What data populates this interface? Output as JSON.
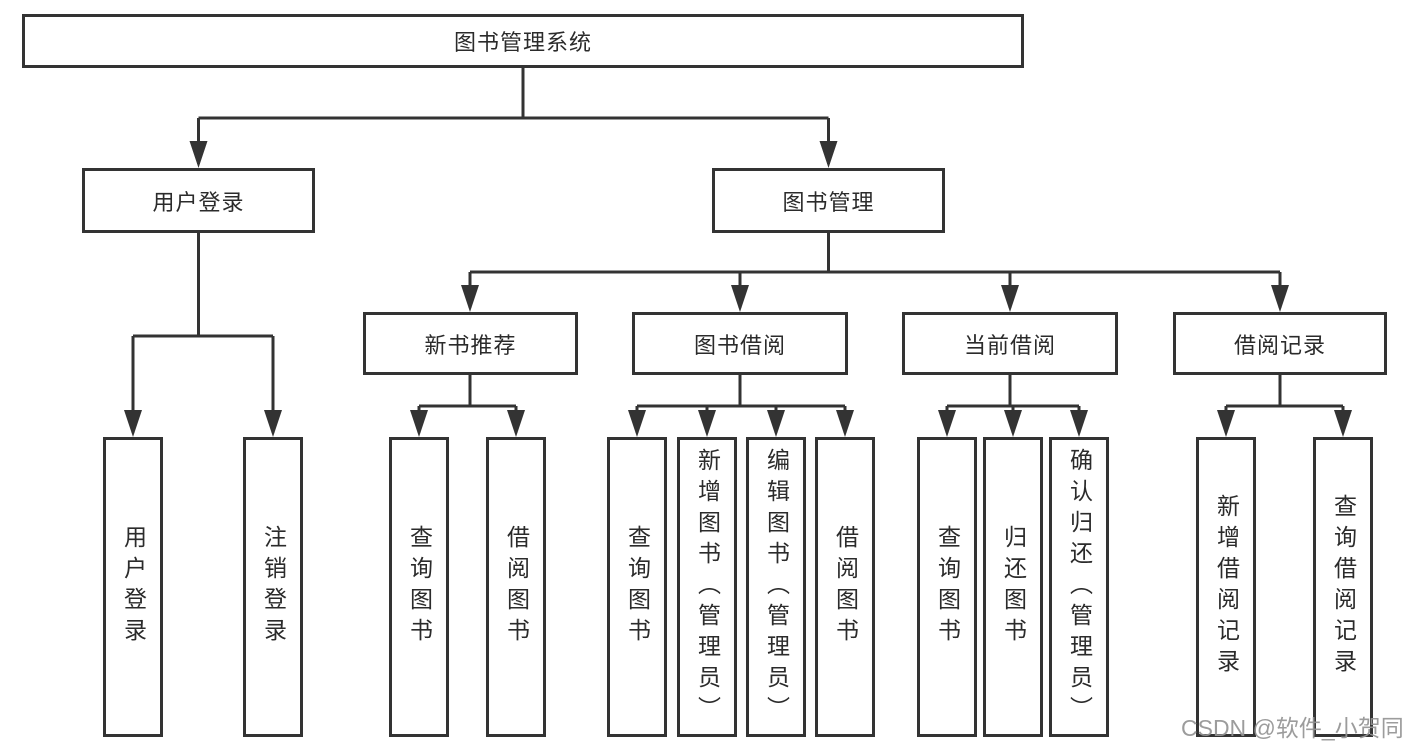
{
  "diagram": {
    "watermark": "CSDN @软件_小贺同学",
    "colors": {
      "line": "#333333",
      "box_border": "#333333",
      "text": "#2b2b2b",
      "watermark": "#949494",
      "background": "#ffffff"
    },
    "tree": {
      "label": "图书管理系统",
      "children": [
        {
          "label": "用户登录",
          "children": [
            {
              "label": "用户登录"
            },
            {
              "label": "注销登录"
            }
          ]
        },
        {
          "label": "图书管理",
          "children": [
            {
              "label": "新书推荐",
              "children": [
                {
                  "label": "查询图书"
                },
                {
                  "label": "借阅图书"
                }
              ]
            },
            {
              "label": "图书借阅",
              "children": [
                {
                  "label": "查询图书"
                },
                {
                  "label": "新增图书（管理员）"
                },
                {
                  "label": "编辑图书（管理员）"
                },
                {
                  "label": "借阅图书"
                }
              ]
            },
            {
              "label": "当前借阅",
              "children": [
                {
                  "label": "查询图书"
                },
                {
                  "label": "归还图书"
                },
                {
                  "label": "确认归还（管理员）"
                }
              ]
            },
            {
              "label": "借阅记录",
              "children": [
                {
                  "label": "新增借阅记录"
                },
                {
                  "label": "查询借阅记录"
                }
              ]
            }
          ]
        }
      ]
    }
  }
}
